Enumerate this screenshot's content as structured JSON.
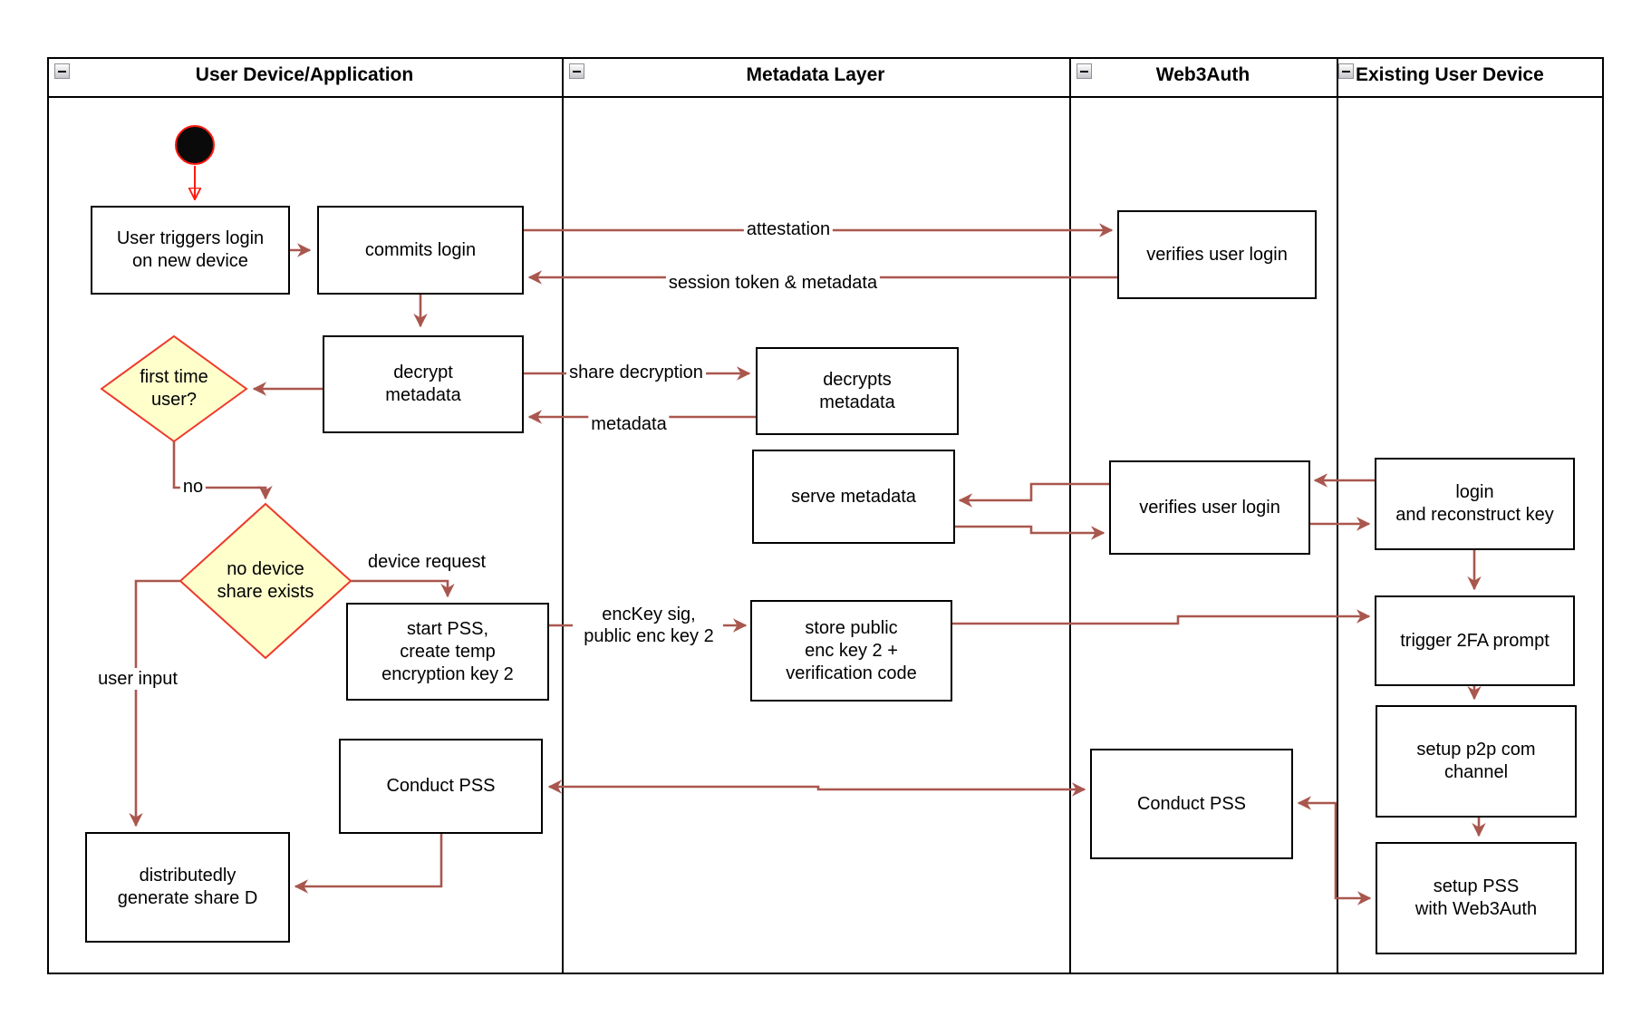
{
  "diagram": {
    "lanes": [
      {
        "title": "User Device/Application"
      },
      {
        "title": "Metadata Layer"
      },
      {
        "title": "Web3Auth"
      },
      {
        "title": "Existing User Device"
      }
    ],
    "nodes": {
      "user_triggers": {
        "label": "User triggers login\non new device"
      },
      "commits_login": {
        "label": "commits login"
      },
      "decrypt_metadata": {
        "label": "decrypt\nmetadata"
      },
      "first_time_user": {
        "label": "first time\nuser?"
      },
      "no_device_share": {
        "label": "no device\nshare exists"
      },
      "start_pss": {
        "label": "start PSS,\ncreate temp\nencryption key 2"
      },
      "conduct_pss_device": {
        "label": "Conduct PSS"
      },
      "distributedly_generate": {
        "label": "distributedly\ngenerate share D"
      },
      "decrypts_metadata": {
        "label": "decrypts\nmetadata"
      },
      "serve_metadata": {
        "label": "serve metadata"
      },
      "store_public": {
        "label": "store public\nenc key 2 +\nverification code"
      },
      "verifies_user_login_1": {
        "label": "verifies user login"
      },
      "verifies_user_login_2": {
        "label": "verifies user login"
      },
      "conduct_pss_web3auth": {
        "label": "Conduct PSS"
      },
      "login_reconstruct": {
        "label": "login\nand reconstruct key"
      },
      "trigger_2fa": {
        "label": "trigger 2FA prompt"
      },
      "setup_p2p": {
        "label": "setup p2p com\nchannel"
      },
      "setup_pss": {
        "label": "setup PSS\nwith Web3Auth"
      }
    },
    "edge_labels": {
      "attestation": "attestation",
      "session_token": "session token & metadata",
      "share_decryption": "share decryption",
      "metadata": "metadata",
      "no": "no",
      "device_request": "device request",
      "enckey_sig": "encKey sig,\npublic enc key 2",
      "user_input": "user input"
    },
    "colors": {
      "connector": "#a9574e",
      "start_arrow": "#ff1a10",
      "diamond_fill": "#ffffcc",
      "diamond_stroke": "#ee3a2b",
      "node_border": "#000000",
      "node_fill": "#ffffff"
    }
  }
}
